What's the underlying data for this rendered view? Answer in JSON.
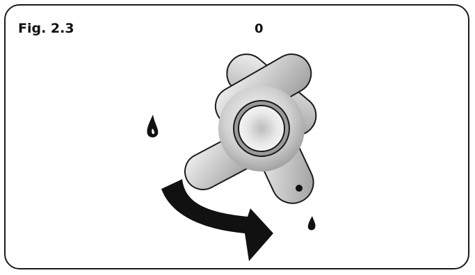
{
  "figure": {
    "label": "Fig. 2.3",
    "off_position_label": "0"
  },
  "colors": {
    "outline": "#1a1a1a",
    "knob_light": "#f5f5f5",
    "knob_dark": "#9a9a9a",
    "ring": "#7a7a7a"
  },
  "icons": [
    "large-flame-icon",
    "small-flame-icon",
    "rotation-arrow-icon",
    "control-knob"
  ]
}
